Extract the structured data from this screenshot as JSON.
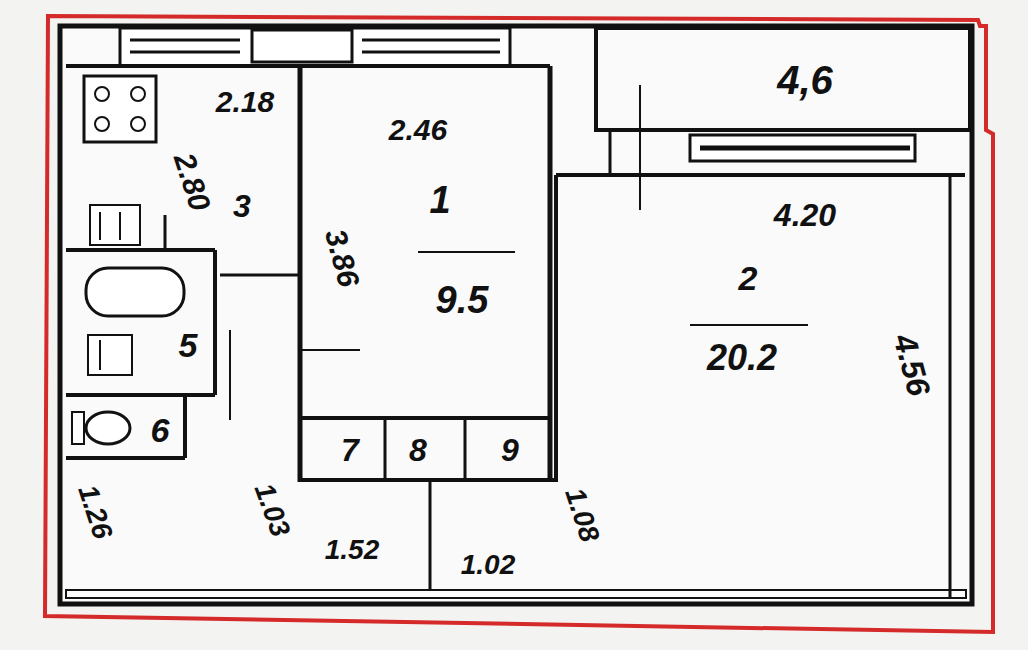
{
  "diagram": {
    "nodes": [
      {
        "text": [
          "4,6"
        ]
      },
      {
        "text": [
          "2.18",
          "2.80",
          "3"
        ]
      },
      {
        "text": [
          "2.46",
          "3.86",
          "1",
          "9.5"
        ]
      },
      {
        "text": [
          "4.20",
          "2",
          "20.2",
          "4.56"
        ]
      },
      {
        "text": [
          "5"
        ]
      },
      {
        "text": [
          "6"
        ]
      },
      {
        "text": [
          "7"
        ]
      },
      {
        "text": [
          "8"
        ]
      },
      {
        "text": [
          "9"
        ]
      }
    ],
    "labels": [
      "1.26",
      "1.03",
      "1.52",
      "1.02",
      "1.08"
    ]
  }
}
